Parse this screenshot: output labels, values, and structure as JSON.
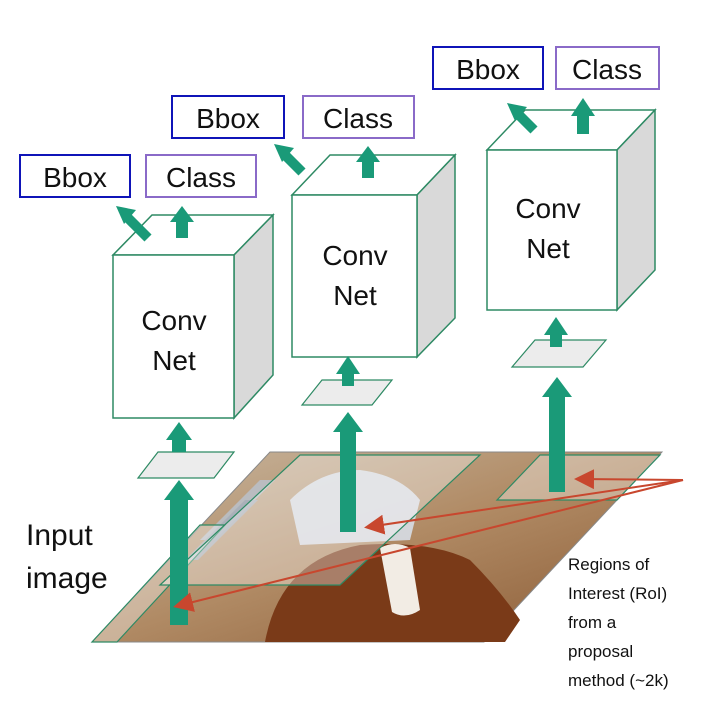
{
  "input_image_label": [
    "Input",
    "image"
  ],
  "roi_caption": [
    "Regions of",
    "Interest (RoI)",
    "from a",
    "proposal",
    "method (~2k)"
  ],
  "nets": [
    {
      "conv_label": [
        "Conv",
        "Net"
      ],
      "bbox_label": "Bbox",
      "class_label": "Class"
    },
    {
      "conv_label": [
        "Conv",
        "Net"
      ],
      "bbox_label": "Bbox",
      "class_label": "Class"
    },
    {
      "conv_label": [
        "Conv",
        "Net"
      ],
      "bbox_label": "Bbox",
      "class_label": "Class"
    }
  ],
  "colors": {
    "bbox_border": "#0f14b8",
    "class_border": "#8a6ac8",
    "arrow": "#1a9a78",
    "cube_edge": "#2e8a64",
    "cube_side": "#d9d9d9",
    "roi_line": "#c8472e"
  }
}
